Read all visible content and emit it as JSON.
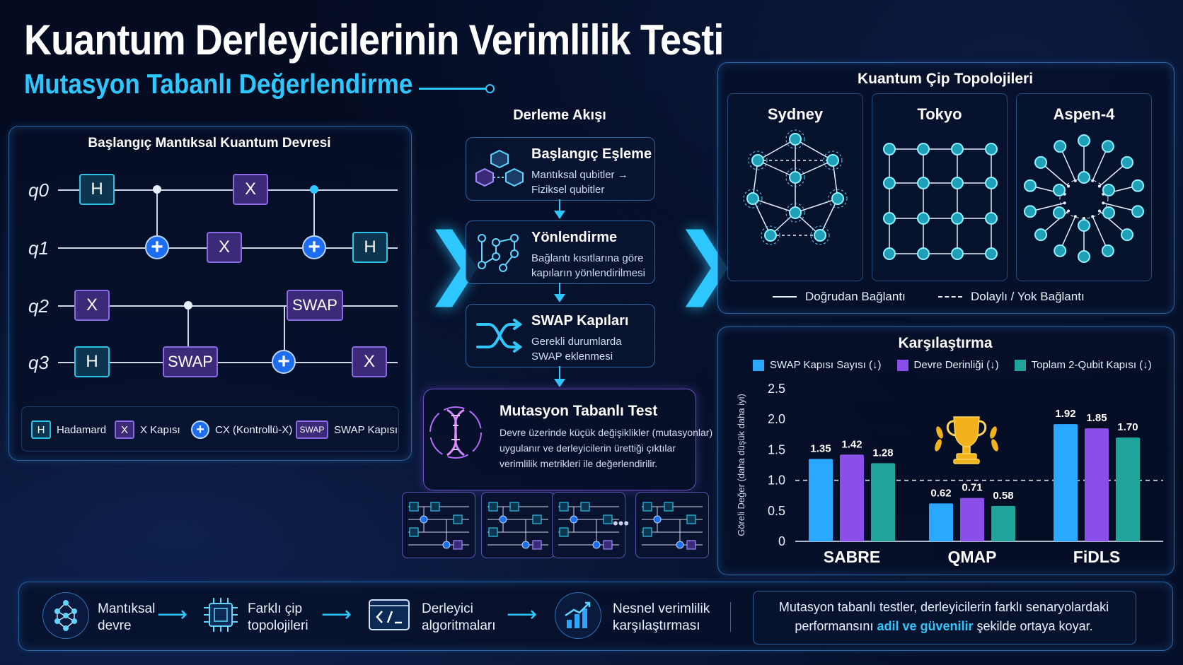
{
  "header": {
    "title": "Kuantum Derleyicilerinin Verimlilik Testi",
    "subtitle": "Mutasyon Tabanlı Değerlendirme"
  },
  "circuit": {
    "title": "Başlangıç Mantıksal Kuantum Devresi",
    "qubits": [
      "q0",
      "q1",
      "q2",
      "q3"
    ],
    "gates": {
      "h": "H",
      "x": "X",
      "swap": "SWAP"
    },
    "legend": [
      {
        "symbol": "H",
        "label": "Hadamard"
      },
      {
        "symbol": "X",
        "label": "X Kapısı"
      },
      {
        "symbol": "+",
        "label": "CX (Kontrollü-X)"
      },
      {
        "symbol": "SWAP",
        "label": "SWAP Kapısı"
      }
    ]
  },
  "flow": {
    "title": "Derleme Akışı",
    "steps": [
      {
        "title": "Başlangıç Eşleme",
        "desc1": "Mantıksal qubitler  →",
        "desc2": "Fiziksel qubitler"
      },
      {
        "title": "Yönlendirme",
        "desc1": "Bağlantı kısıtlarına göre",
        "desc2": "kapıların yönlendirilmesi"
      },
      {
        "title": "SWAP Kapıları",
        "desc1": "Gerekli durumlarda",
        "desc2": "SWAP eklenmesi"
      }
    ],
    "mutation": {
      "title": "Mutasyon Tabanlı Test",
      "desc1": "Devre üzerinde küçük değişiklikler (mutasyonlar)",
      "desc2": "uygulanır ve derleyicilerin ürettiği çıktılar",
      "desc3": "verimlilik metrikleri ile değerlendirilir."
    },
    "ellipsis": "•••"
  },
  "topology": {
    "title": "Kuantum Çip Topolojileri",
    "chips": [
      "Sydney",
      "Tokyo",
      "Aspen-4"
    ],
    "legend_direct": "Doğrudan Bağlantı",
    "legend_indirect": "Dolaylı / Yok Bağlantı"
  },
  "comparison": {
    "title": "Karşılaştırma"
  },
  "chart_data": {
    "type": "bar",
    "title": "Karşılaştırma",
    "categories": [
      "SABRE",
      "QMAP",
      "FiDLS"
    ],
    "series": [
      {
        "name": "SWAP Kapısı Sayısı (↓)",
        "values": [
          1.35,
          0.62,
          1.92
        ],
        "color": "#2aa8ff"
      },
      {
        "name": "Devre Derinliği (↓)",
        "values": [
          1.42,
          0.71,
          1.85
        ],
        "color": "#8a4fe8"
      },
      {
        "name": "Toplam 2-Qubit Kapısı (↓)",
        "values": [
          1.28,
          0.58,
          1.7
        ],
        "color": "#1fa39a"
      }
    ],
    "ylabel": "Göreli Değer (daha düşük daha iyi)",
    "ylim": [
      0,
      2.5
    ],
    "yticks": [
      "0",
      "0.5",
      "1.0",
      "1.5",
      "2.0",
      "2.5"
    ],
    "reference_line": 1.0,
    "winner": "QMAP"
  },
  "footer": {
    "items": [
      {
        "line1": "Mantıksal",
        "line2": "devre"
      },
      {
        "line1": "Farklı çip",
        "line2": "topolojileri"
      },
      {
        "line1": "Derleyici",
        "line2": "algoritmaları"
      },
      {
        "line1": "Nesnel verimlilik",
        "line2": "karşılaştırması"
      }
    ],
    "summary_pre": "Mutasyon tabanlı testler, derleyicilerin farklı senaryolardaki",
    "summary_mid_pre": "performansını ",
    "summary_highlight": "adil ve güvenilir",
    "summary_post": " şekilde ortaya koyar."
  },
  "colors": {
    "accent": "#2ec7ff",
    "purple": "#8a4fe8",
    "teal": "#1fa39a",
    "blue": "#2aa8ff"
  }
}
